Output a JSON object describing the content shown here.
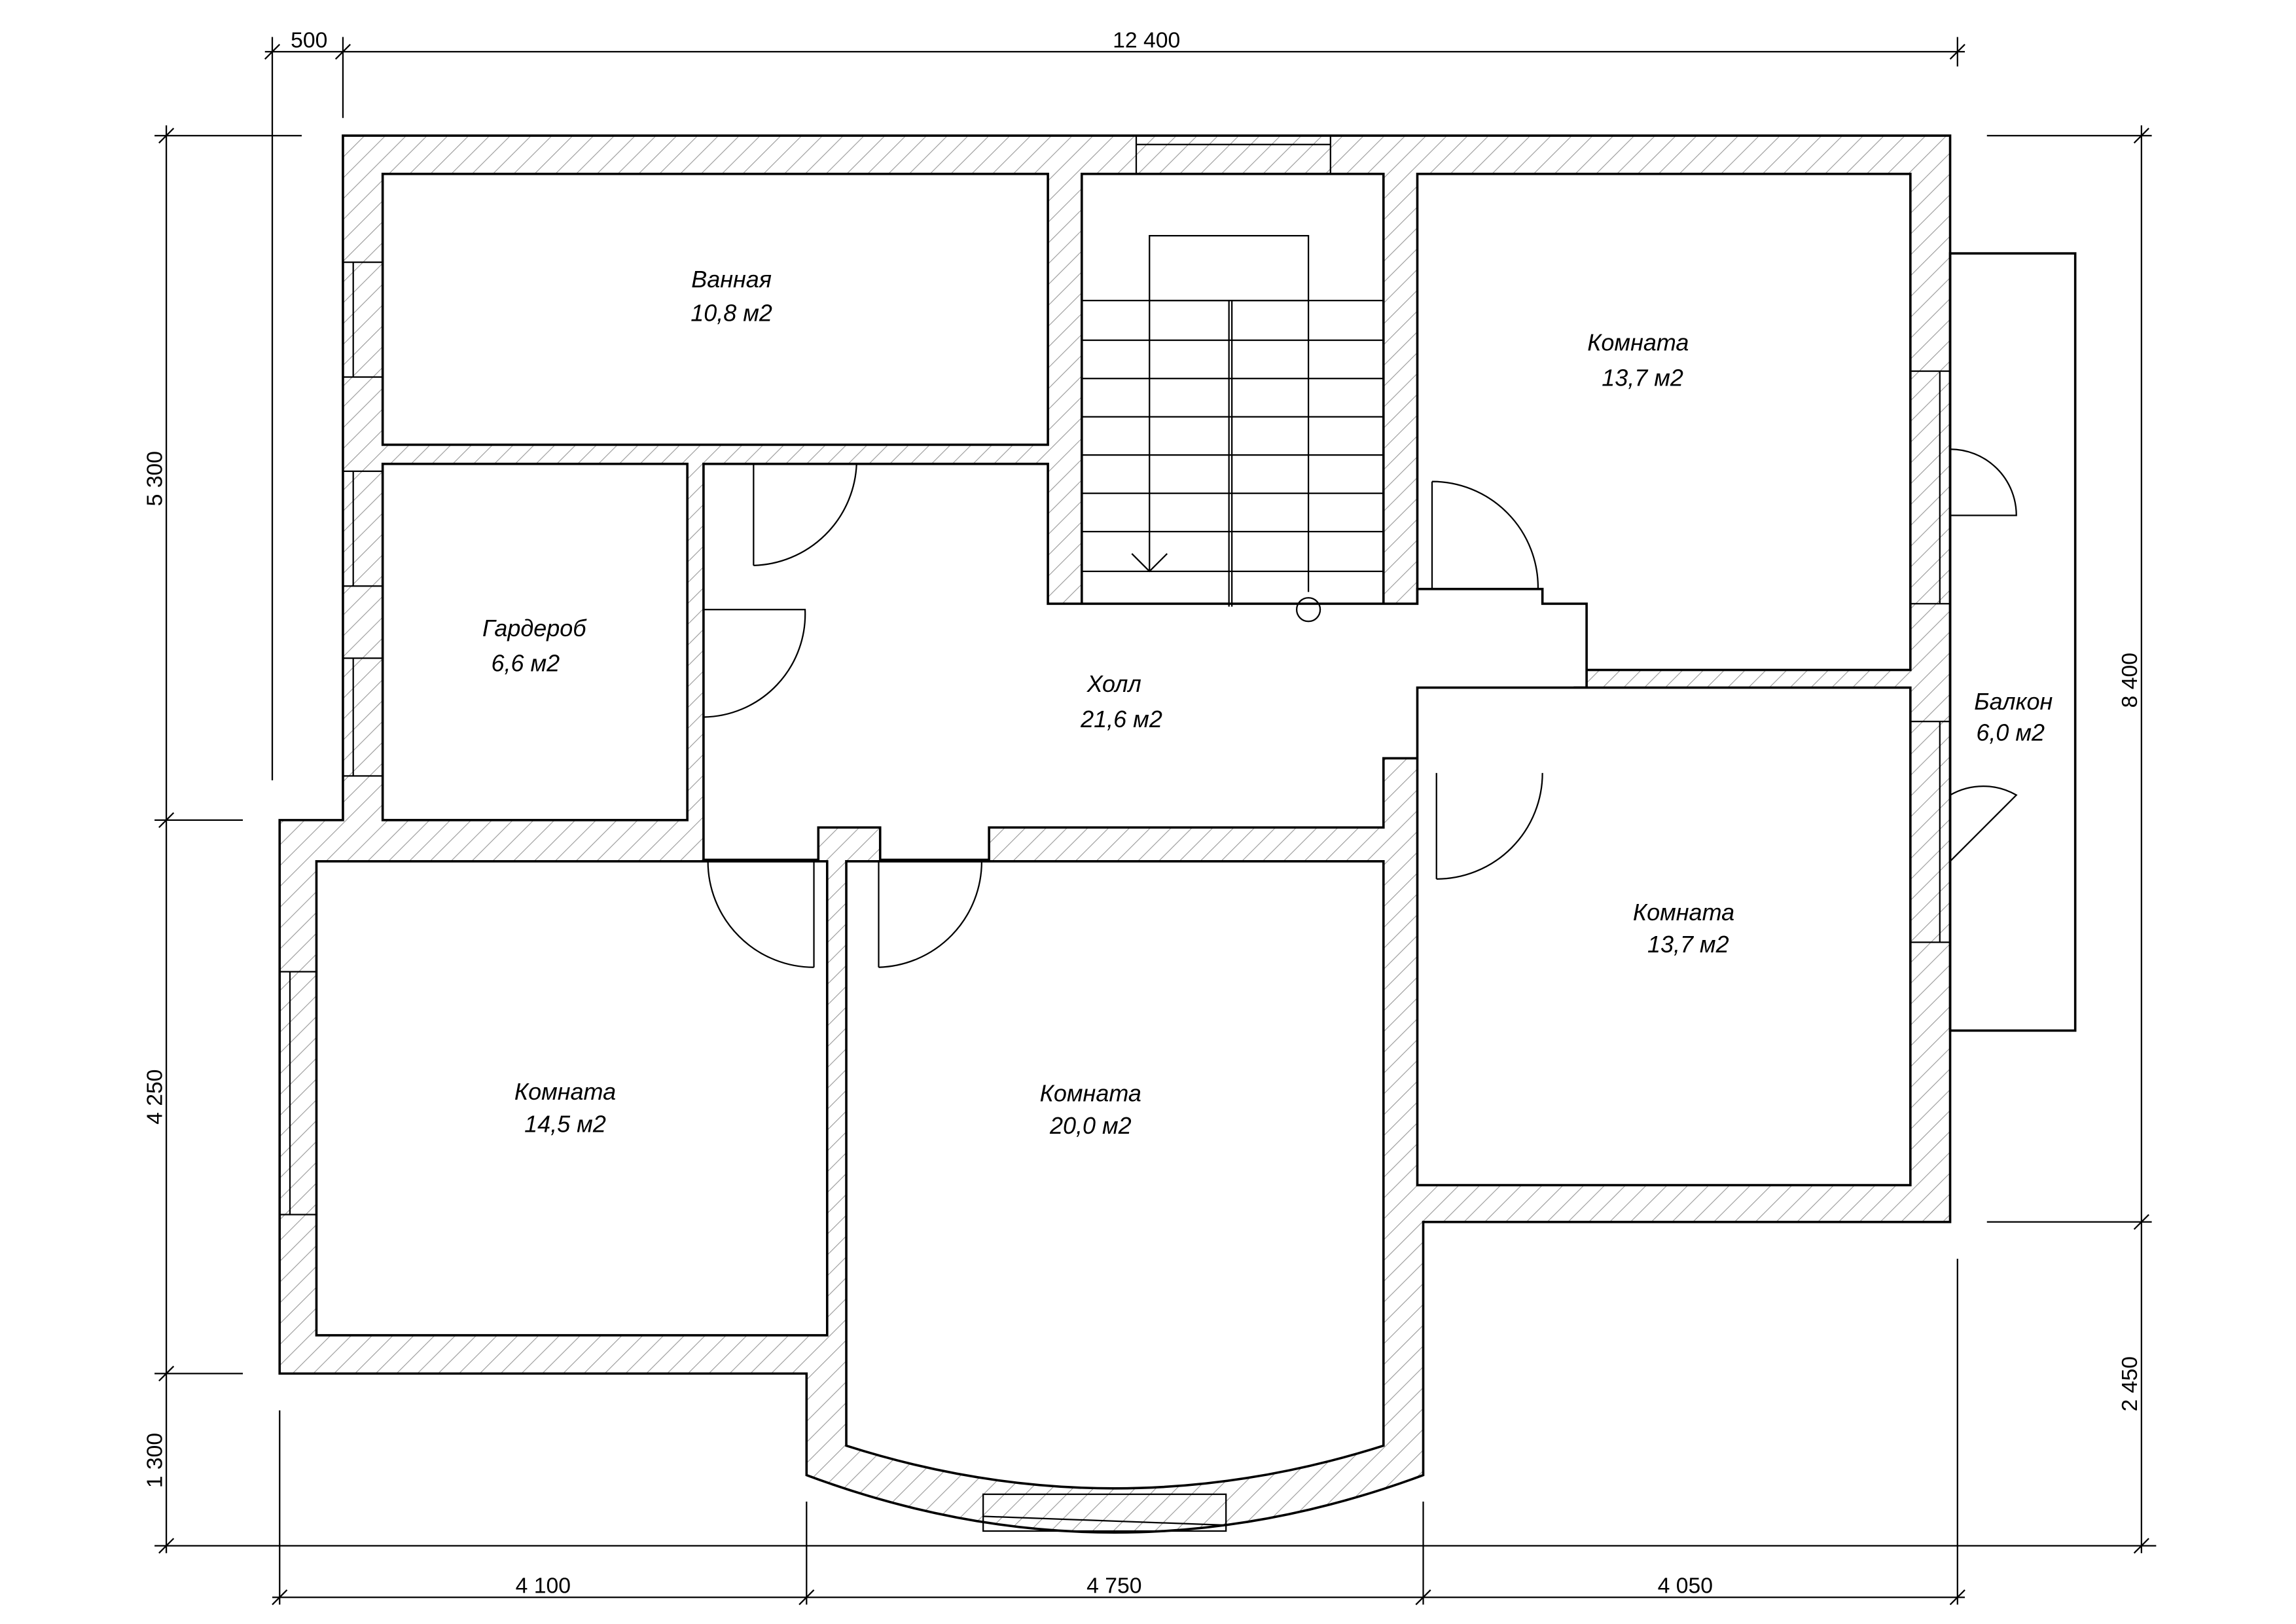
{
  "rooms": [
    {
      "name": "Ванная",
      "area": "10,8 м2"
    },
    {
      "name": "Гардероб",
      "area": "6,6 м2"
    },
    {
      "name": "Холл",
      "area": "21,6 м2"
    },
    {
      "name": "Комната",
      "area": "13,7 м2"
    },
    {
      "name": "Комната",
      "area": "13,7 м2"
    },
    {
      "name": "Балкон",
      "area": "6,0 м2"
    },
    {
      "name": "Комната",
      "area": "14,5 м2"
    },
    {
      "name": "Комната",
      "area": "20,0 м2"
    }
  ],
  "dimensions": {
    "top": [
      "500",
      "12 400"
    ],
    "left": [
      "5 300",
      "4 250",
      "1 300"
    ],
    "right": [
      "8 400",
      "2 450"
    ],
    "bottom": [
      "4 100",
      "4 750",
      "4 050"
    ]
  },
  "colors": {
    "line": "#000000",
    "hatch": "#999999"
  }
}
